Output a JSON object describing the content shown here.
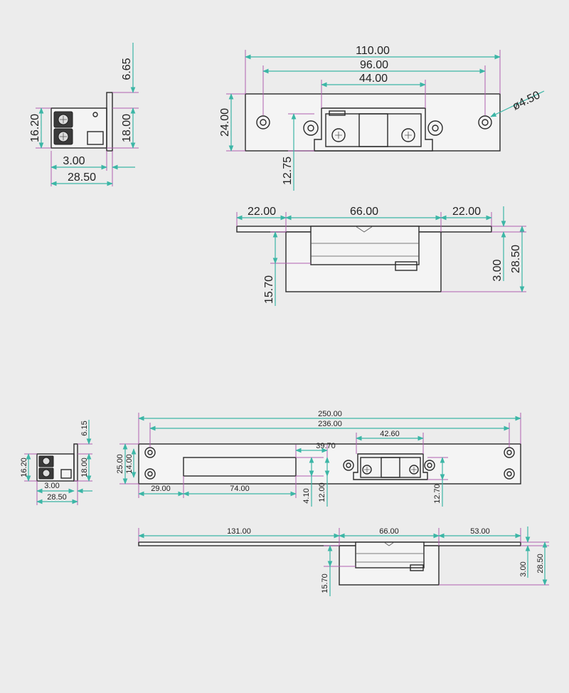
{
  "colors": {
    "background": "#ececec",
    "outline": "#2a2a2a",
    "dimension_line": "#3cb6a6",
    "extension_line": "#b060b0"
  },
  "short_strike": {
    "side_view": {
      "d_6_65": "6.65",
      "d_16_20": "16.20",
      "d_18_00": "18.00",
      "d_3_00": "3.00",
      "d_28_50": "28.50"
    },
    "front_view": {
      "d_110_00": "110.00",
      "d_96_00": "96.00",
      "d_44_00": "44.00",
      "d_24_00": "24.00",
      "d_hole": "ø4.50",
      "d_12_75": "12.75"
    },
    "top_view": {
      "d_22_00_left": "22.00",
      "d_66_00": "66.00",
      "d_22_00_right": "22.00",
      "d_15_70": "15.70",
      "d_3_00": "3.00",
      "d_28_50": "28.50"
    }
  },
  "long_strike": {
    "side_view": {
      "d_6_15": "6.15",
      "d_16_20": "16.20",
      "d_18_00": "18.00",
      "d_3_00": "3.00",
      "d_28_50": "28.50"
    },
    "front_view": {
      "d_250_00": "250.00",
      "d_236_00": "236.00",
      "d_42_60": "42.60",
      "d_39_70": "39.70",
      "d_25_00": "25.00",
      "d_14_00": "14.00",
      "d_29_00": "29.00",
      "d_74_00": "74.00",
      "d_4_10": "4.10",
      "d_12_00": "12.00",
      "d_12_70": "12.70"
    },
    "top_view": {
      "d_131_00": "131.00",
      "d_66_00": "66.00",
      "d_53_00": "53.00",
      "d_15_70": "15.70",
      "d_3_00": "3.00",
      "d_28_50": "28.50"
    }
  }
}
